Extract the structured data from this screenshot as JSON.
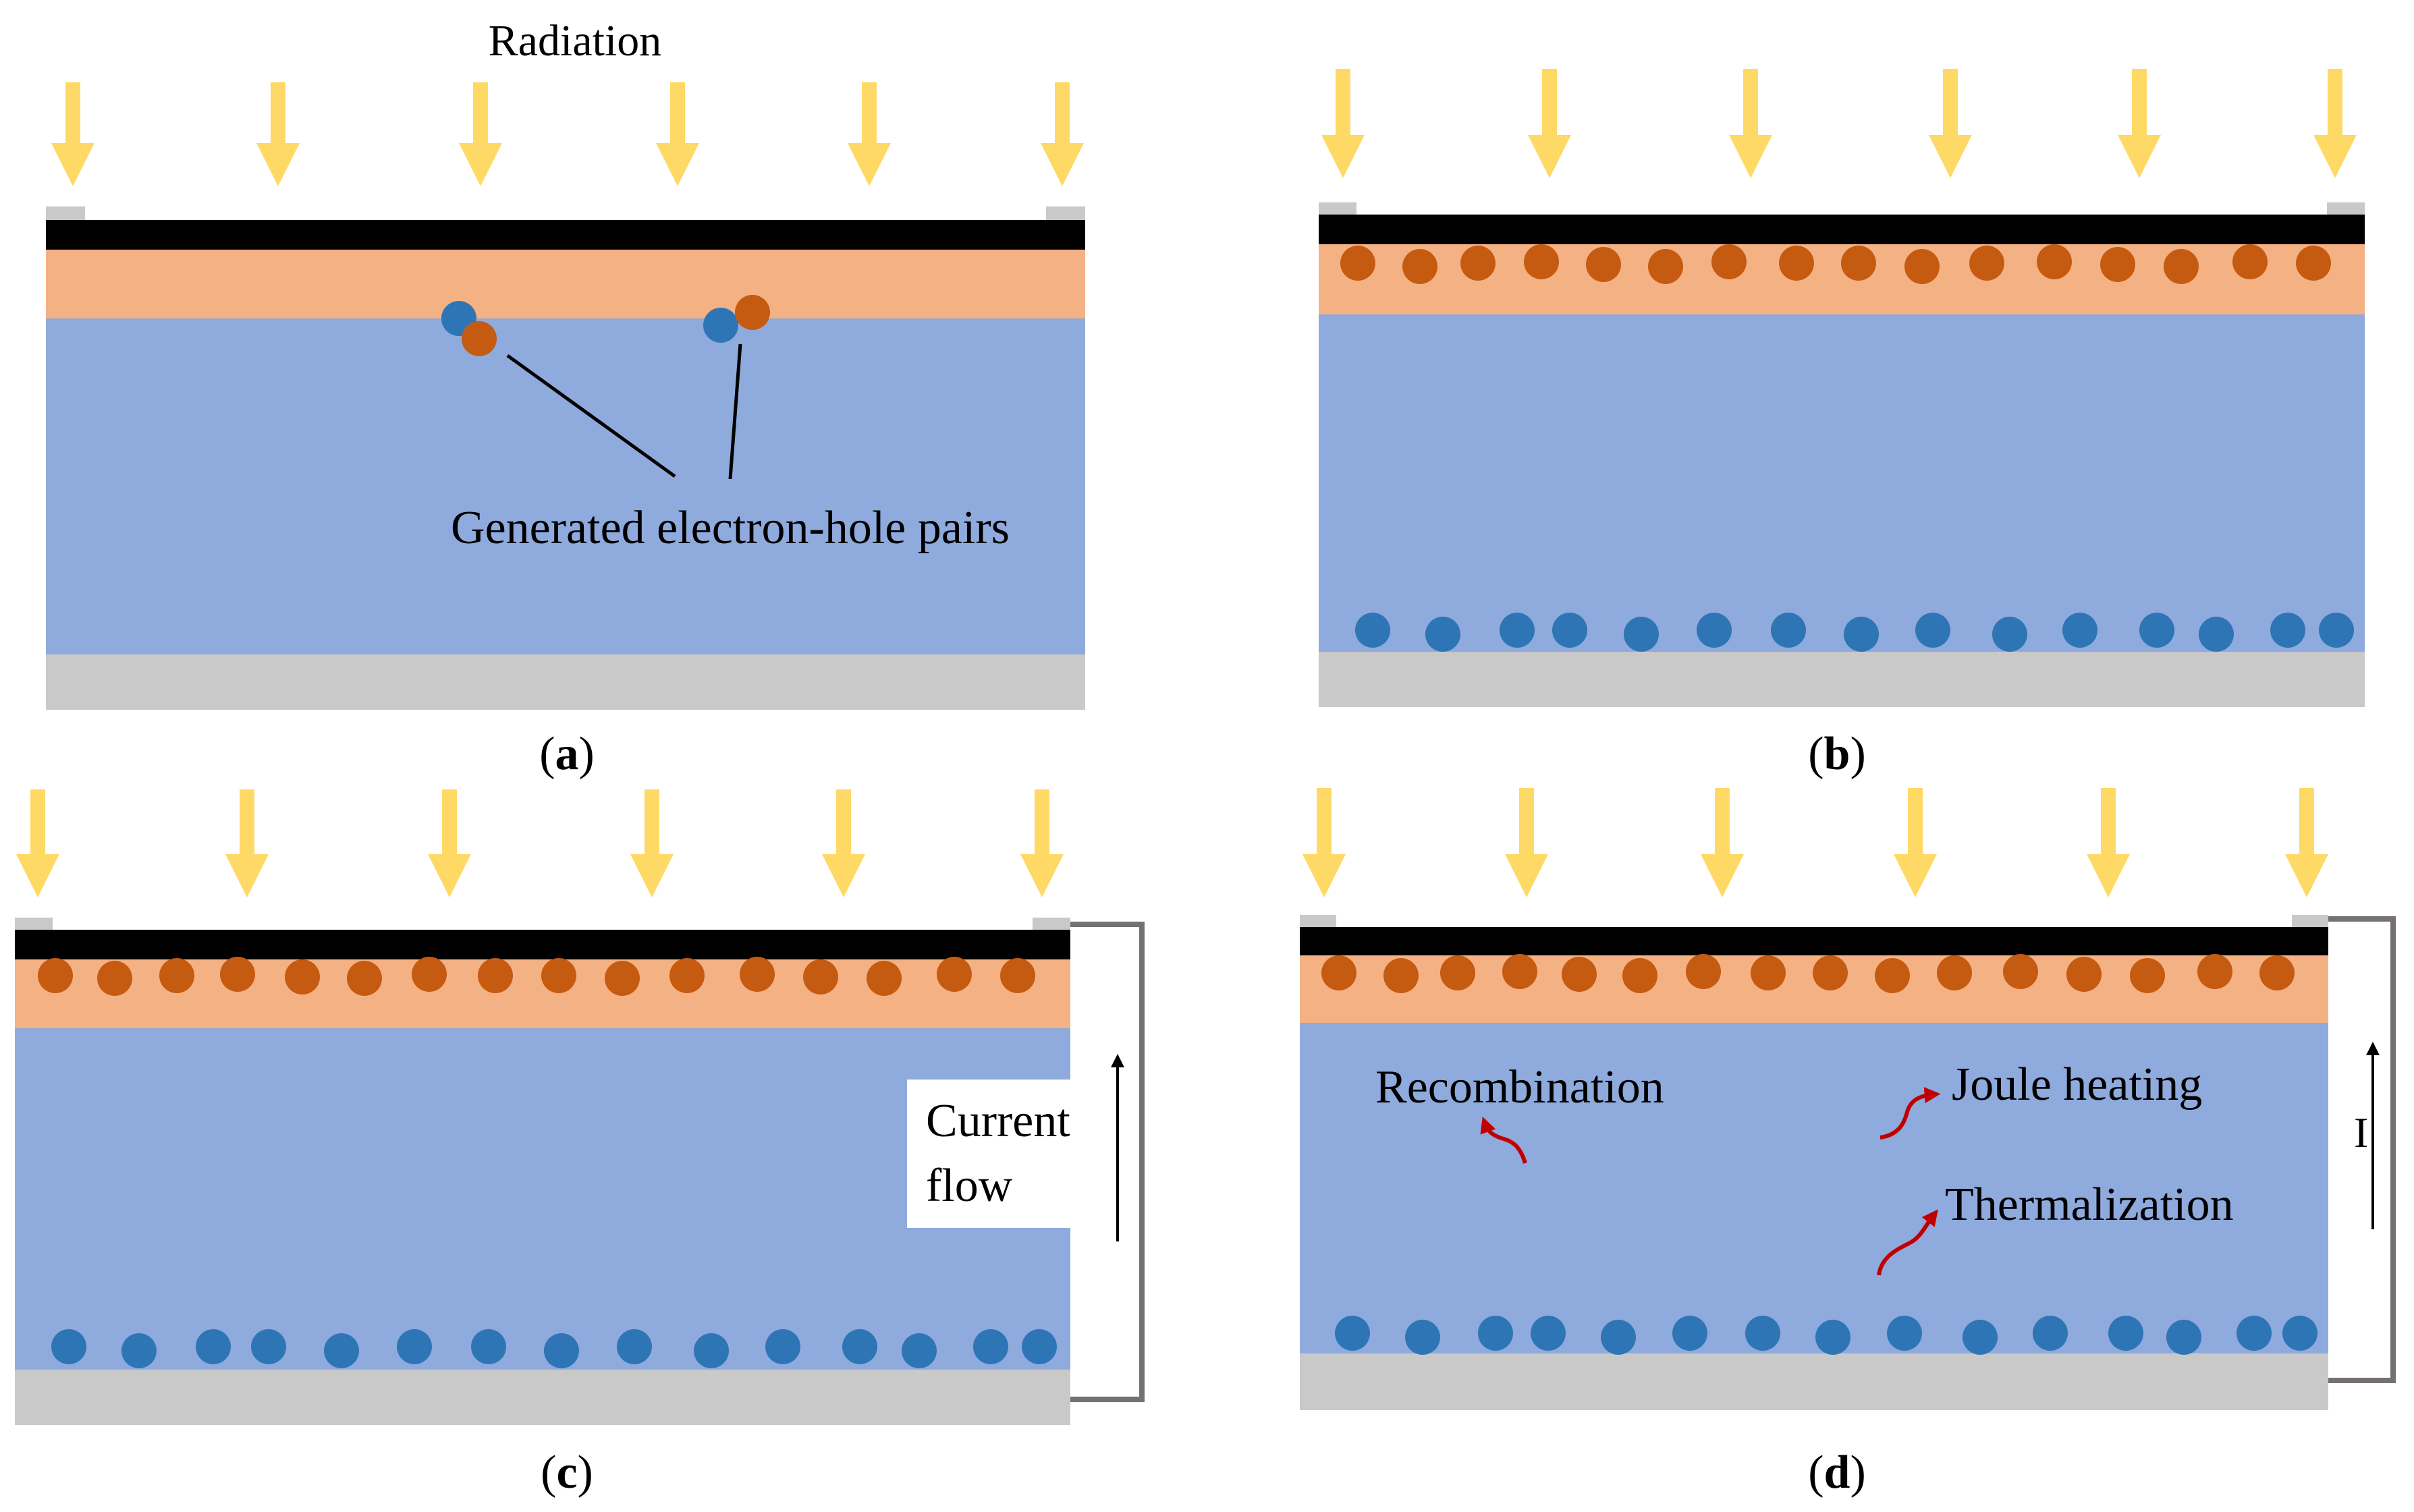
{
  "figure": {
    "colors": {
      "arrow": "#FFD966",
      "contact": "#000000",
      "n_layer": "#F4B183",
      "p_layer": "#8FAADC",
      "back_contact": "#C9C9C9",
      "hole": "#C55A11",
      "electron": "#2E75B6",
      "heat_arrow": "#C00000",
      "circuit": "#767171"
    },
    "panels": [
      {
        "id": "a",
        "caption_open": "(",
        "caption_letter": "a",
        "caption_close": ")",
        "title": "Radiation",
        "pair_label": "Generated electron-hole pairs"
      },
      {
        "id": "b",
        "caption_open": "(",
        "caption_letter": "b",
        "caption_close": ")"
      },
      {
        "id": "c",
        "caption_open": "(",
        "caption_letter": "c",
        "caption_close": ")",
        "current_label_1": "Current",
        "current_label_2": "flow"
      },
      {
        "id": "d",
        "caption_open": "(",
        "caption_letter": "d",
        "caption_close": ")",
        "loss_labels": [
          "Recombination",
          "Joule heating",
          "Thermalization"
        ],
        "current_symbol": "I"
      }
    ]
  }
}
